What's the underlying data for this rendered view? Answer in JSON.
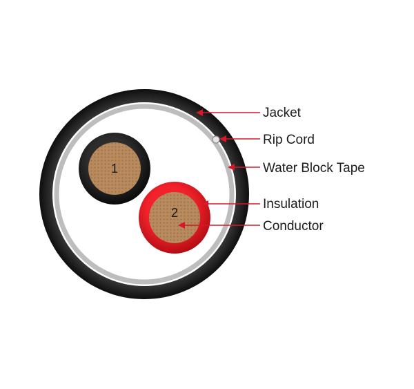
{
  "diagram": {
    "labels": {
      "jacket": "Jacket",
      "rip_cord": "Rip Cord",
      "water_block_tape": "Water Block Tape",
      "insulation": "Insulation",
      "conductor": "Conductor"
    },
    "cores": {
      "core_1": "1",
      "core_2": "2"
    }
  },
  "colors": {
    "jacket": "#1b1b1b",
    "water_block_tape": "#bdbdbd",
    "core_1_insulation": "#1c1c1c",
    "core_2_insulation": "#e0141c",
    "conductor": "#b88a5e",
    "leader_line": "#d6182a"
  }
}
